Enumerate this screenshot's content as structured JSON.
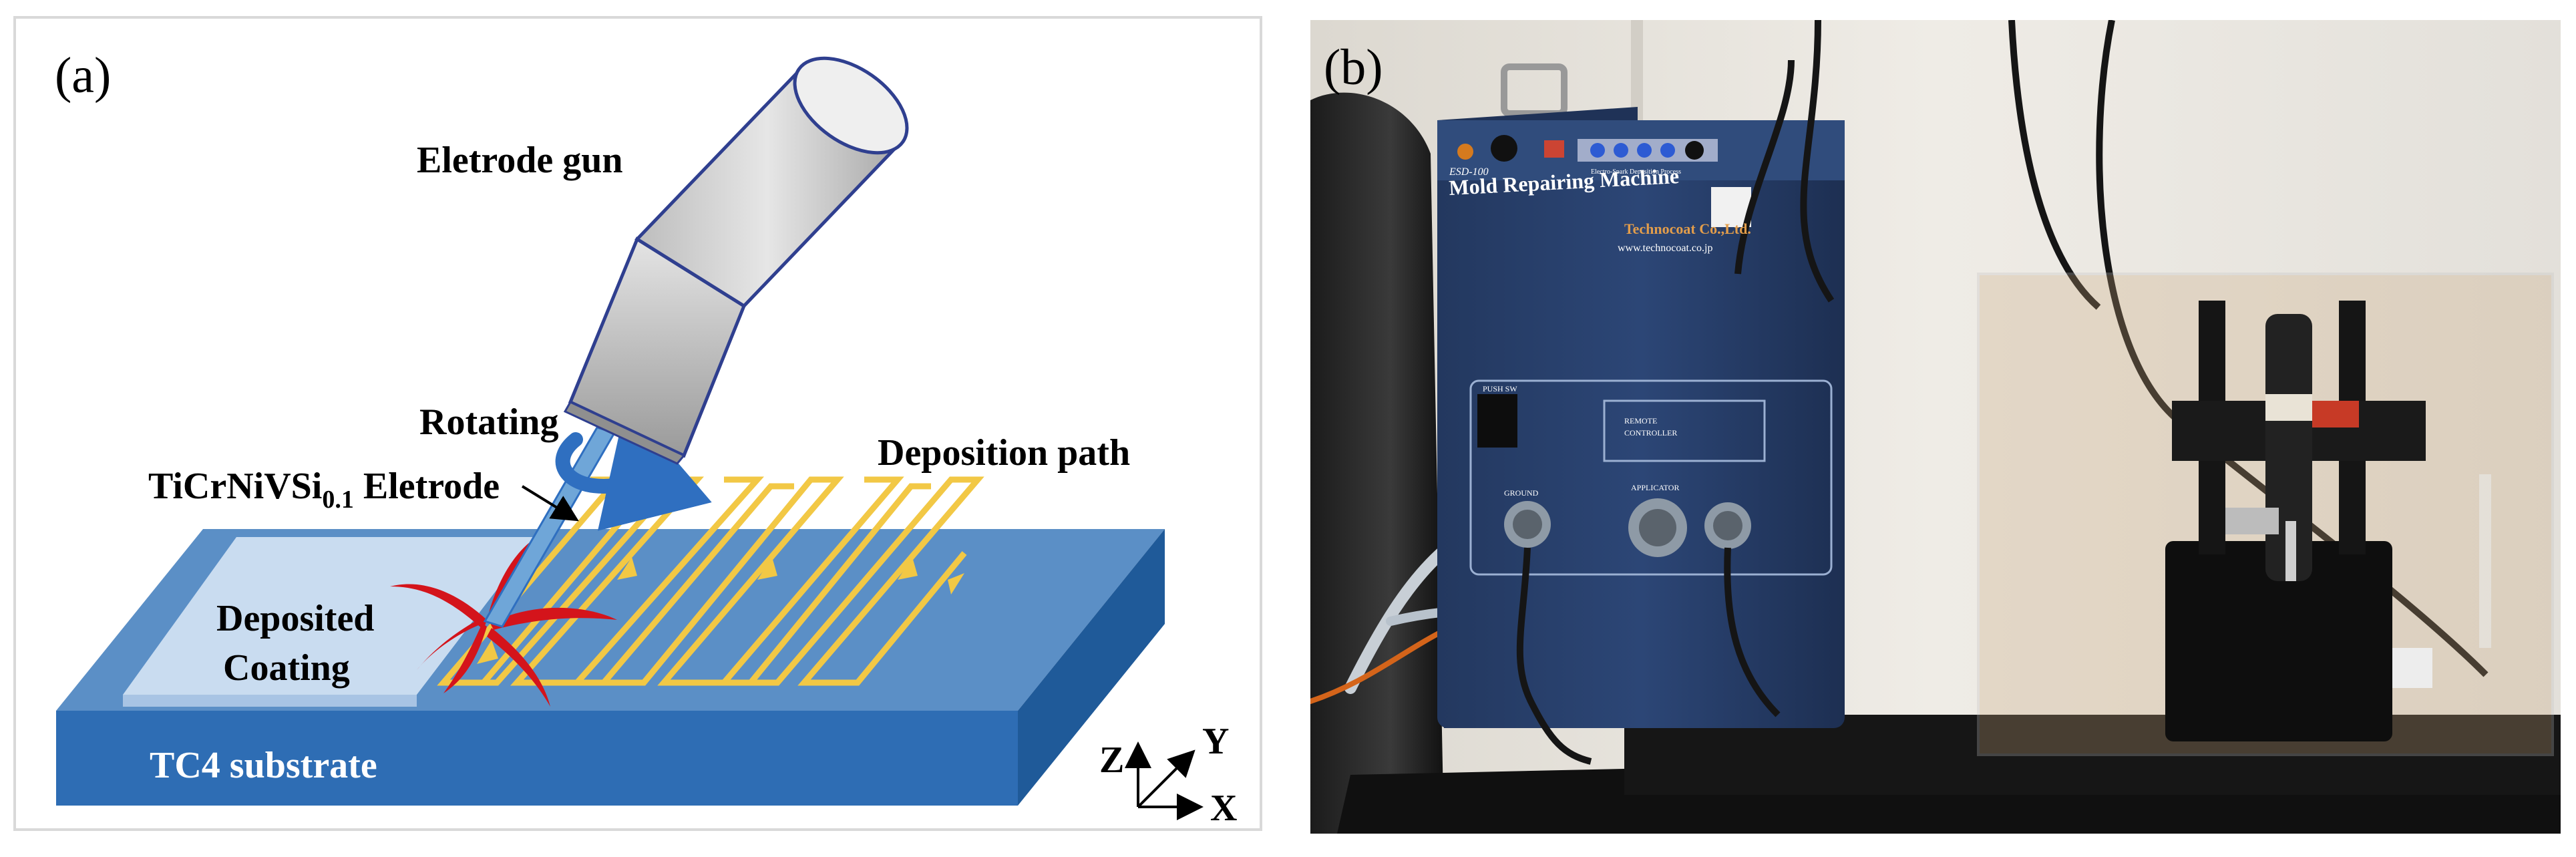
{
  "panel_a": {
    "panel_label": "(a)",
    "labels": {
      "electrode_gun": "Eletrode gun",
      "rotating": "Rotating",
      "electrode_main": "TiCrNiVSi",
      "electrode_sub": "0.1",
      "electrode_suffix": " Eletrode",
      "deposition_path": "Deposition path",
      "coating_line1": "Deposited",
      "coating_line2": "Coating",
      "substrate": "TC4 substrate",
      "axis_z": "Z",
      "axis_y": "Y",
      "axis_x": "X"
    },
    "colors": {
      "substrate_top": "#5b8fc6",
      "substrate_front": "#2e6db4",
      "substrate_side": "#1f5a99",
      "coating": "#c9dcf0",
      "path": "#f2c845",
      "spark": "#d4141b",
      "gun_body": "#d8d8d8",
      "gun_outline": "#2f3f8f",
      "electrode": "#6fa6d8",
      "rotation_arrow": "#2f6fc0"
    }
  },
  "panel_b": {
    "panel_label": "(b)",
    "machine": {
      "title": "Mold Repairing Machine",
      "brand": "Technocoat Co.,Ltd.",
      "website": "www.technocoat.co.jp",
      "model": "ESD-100",
      "top_caption": "Electro-Spark Deposition Process",
      "switch_label": "PUSH SW",
      "controller_label_1": "REMOTE",
      "controller_label_2": "CONTROLLER",
      "ground_label": "GROUND",
      "applicator_label": "APPLICATOR",
      "color": "#27416f"
    }
  }
}
